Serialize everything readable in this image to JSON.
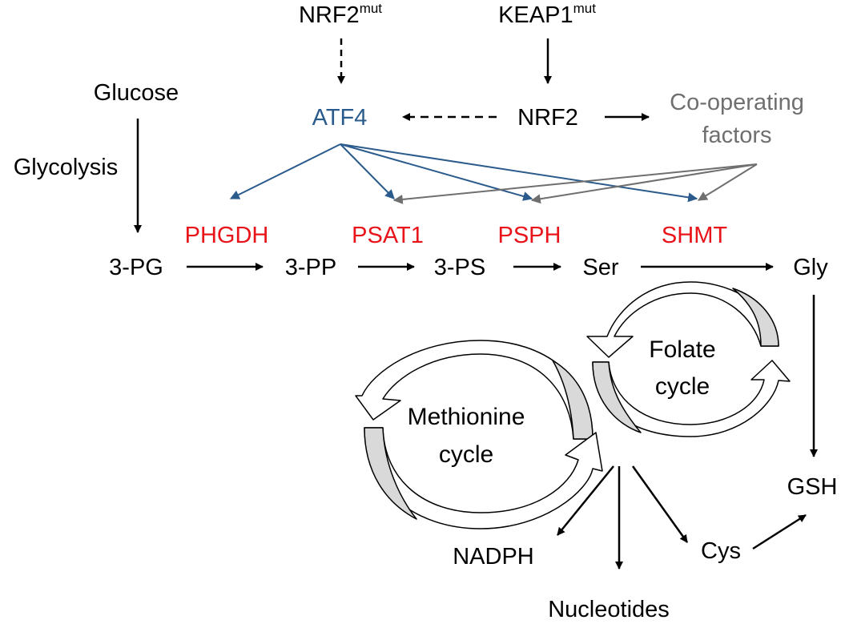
{
  "colors": {
    "black": "#000000",
    "enzyme_red": "#e8141a",
    "atf4_blue": "#2b5b8c",
    "cofactor_gray": "#6f6f6f",
    "cycle_fill": "#d9d9d9"
  },
  "labels": {
    "nrf2_mut_base": "NRF2",
    "nrf2_mut_sup": "mut",
    "keap1_mut_base": "KEAP1",
    "keap1_mut_sup": "mut",
    "glucose": "Glucose",
    "glycolysis": "Glycolysis",
    "atf4": "ATF4",
    "nrf2": "NRF2",
    "cofactors_line1": "Co-operating",
    "cofactors_line2": "factors",
    "phgdh": "PHGDH",
    "psat1": "PSAT1",
    "psph": "PSPH",
    "shmt": "SHMT",
    "pg3": "3-PG",
    "pp3": "3-PP",
    "ps3": "3-PS",
    "ser": "Ser",
    "gly": "Gly",
    "folate_line1": "Folate",
    "folate_line2": "cycle",
    "methionine_line1": "Methionine",
    "methionine_line2": "cycle",
    "gsh": "GSH",
    "cys": "Cys",
    "nadph": "NADPH",
    "nucleotides": "Nucleotides"
  }
}
